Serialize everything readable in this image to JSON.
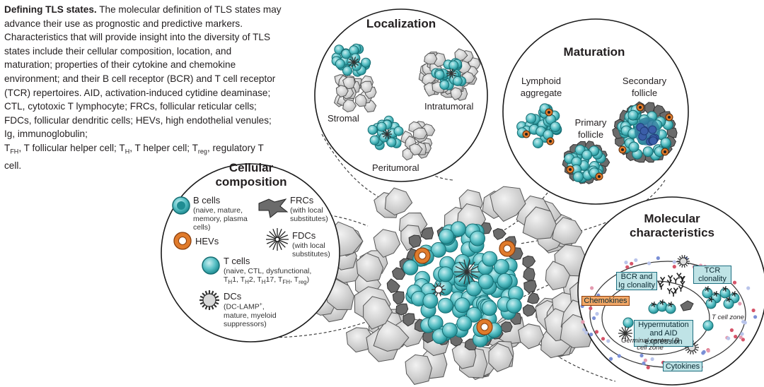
{
  "caption": {
    "title": "Defining TLS states.",
    "body": "The molecular definition of TLS states may advance their use as prognostic and predictive markers. Characteristics that will provide insight into the diversity of TLS states include their cellular composition, location, and maturation; properties of their cytokine and chemokine environment; and their B cell receptor (BCR) and T cell receptor (TCR) repertoires. AID, activation-induced cytidine deaminase; CTL, cytotoxic T lymphocyte; FRCs, follicular reticular cells; FDCs, follicular dendritic cells; HEVs, high endothelial venules; Ig, immunoglobulin;",
    "tfh_abbr": "TFH",
    "tfh_def": ", T follicular helper cell; ",
    "th_abbr": "TH",
    "th_def": ", T helper cell; ",
    "treg_abbr": "Treg",
    "treg_def": ", regulatory T cell."
  },
  "localization": {
    "title": "Localization",
    "stromal": "Stromal",
    "intratumoral": "Intratumoral",
    "peritumoral": "Peritumoral"
  },
  "maturation": {
    "title": "Maturation",
    "lymphoid_aggregate": "Lymphoid aggregate",
    "primary_follicle": "Primary follicle",
    "secondary_follicle": "Secondary follicle"
  },
  "cellular": {
    "title": "Cellular composition",
    "b_cells": "B cells",
    "b_cells_sub": "(naive, mature, memory, plasma cells)",
    "hevs": "HEVs",
    "t_cells": "T cells",
    "t_cells_sub": "(naive, CTL, dysfunctional, TH1, TH2, TH17, TFH, Treg)",
    "dcs": "DCs",
    "dcs_sub": "(DC-LAMP+, mature, myeloid suppressors)",
    "frcs": "FRCs",
    "frcs_sub": "(with local substitutes)",
    "fdcs": "FDCs",
    "fdcs_sub": "(with local substitutes)"
  },
  "molecular": {
    "title": "Molecular characteristics",
    "bcr_ig": "BCR and Ig clonality",
    "tcr": "TCR clonality",
    "chemokines": "Chemokines",
    "hypermutation": "Hypermutation and AID expression",
    "t_cell_zone": "T cell zone",
    "germinal_center": "Germinal center / B cell zone",
    "cytokines": "Cytokines"
  },
  "colors": {
    "teal": "#4bb8bd",
    "teal_dark": "#1f8c92",
    "orange": "#e07b2c",
    "gray_cell": "#d6d6d6",
    "gray_dark": "#6b6b6b",
    "box_fill": "#bfe3e6",
    "chemokine_box": "#f2a766"
  }
}
